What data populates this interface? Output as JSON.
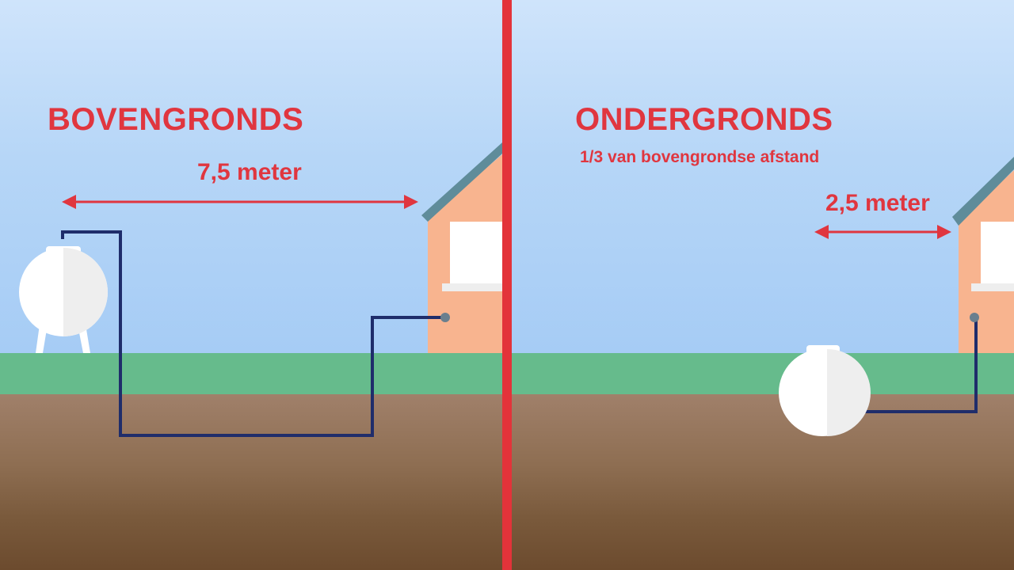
{
  "left": {
    "title": "BOVENGRONDS",
    "distance_label": "7,5 meter"
  },
  "right": {
    "title": "ONDERGRONDS",
    "subtitle": "1/3 van bovengrondse afstand",
    "distance_label": "2,5 meter"
  },
  "colors": {
    "accent_red": "#e0363f",
    "pipe": "#1f2d6b",
    "house_wall": "#f8b48f",
    "roof": "#5f8c9a",
    "grass": "#66bb8c",
    "tank": "#ffffff"
  }
}
